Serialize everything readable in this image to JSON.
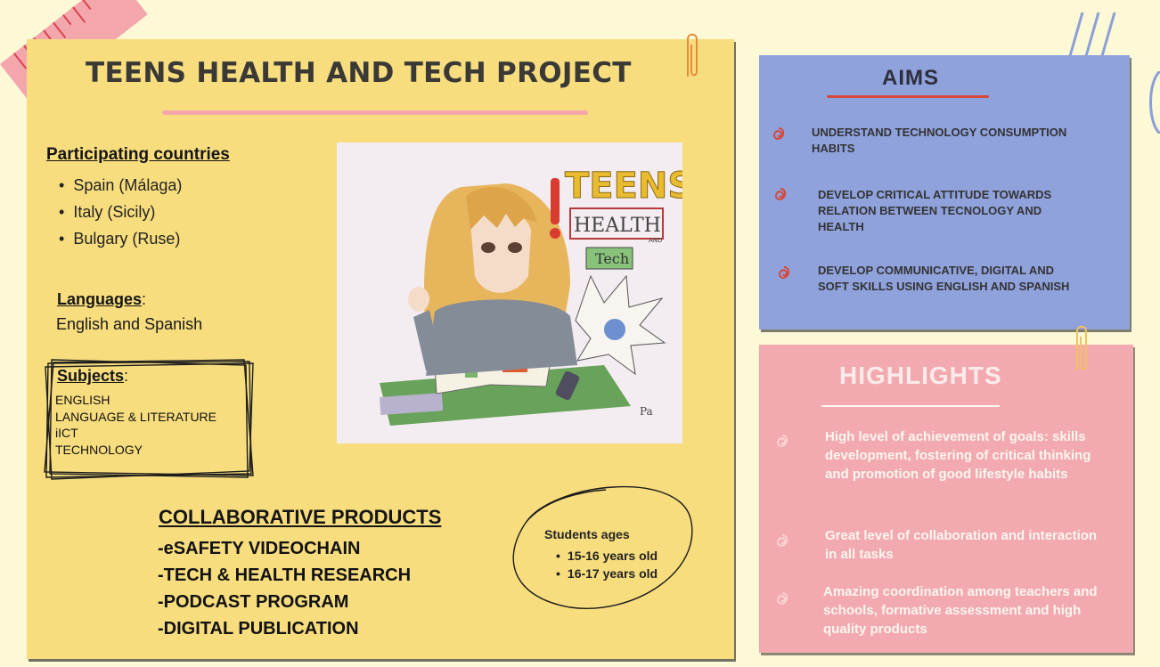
{
  "poster": {
    "title": "TEENS HEALTH AND TECH PROJECT",
    "countries": {
      "heading": "Participating countries",
      "items": [
        "Spain  (Málaga)",
        "Italy  (Sicily)",
        "Bulgary (Ruse)"
      ]
    },
    "languages": {
      "heading": "Languages",
      "colon": ":",
      "value": "English  and Spanish"
    },
    "subjects": {
      "heading": "Subjects",
      "colon": ":",
      "items": [
        "ENGLISH",
        "LANGUAGE & LITERATURE",
        "iICT",
        "TECHNOLOGY"
      ]
    },
    "collaborative": {
      "heading": "COLLABORATIVE PRODUCTS",
      "items": [
        "-eSAFETY VIDEOCHAIN",
        "-TECH & HEALTH RESEARCH",
        "-PODCAST PROGRAM",
        "-DIGITAL PUBLICATION"
      ]
    },
    "ages": {
      "heading": "Students ages",
      "items": [
        "15-16  years old",
        "16-17 years old"
      ]
    },
    "artwork": {
      "teens": "TEENS",
      "health": "HEALTH",
      "and": "AND",
      "tech": "Tech",
      "signature": "Pa"
    }
  },
  "aims": {
    "title": "AIMS",
    "items": [
      "UNDERSTAND   TECHNOLOGY CONSUMPTION HABITS",
      "DEVELOP CRITICAL ATTITUDE TOWARDS RELATION BETWEEN TECNOLOGY AND HEALTH",
      "DEVELOP COMMUNICATIVE, DIGITAL AND SOFT SKILLS USING  ENGLISH AND SPANISH"
    ]
  },
  "highlights": {
    "title": "HIGHLIGHTS",
    "items": [
      "High level of achievement of goals: skills development, fostering of critical thinking and promotion of good lifestyle habits",
      "Great level of collaboration and interaction in all tasks",
      "Amazing coordination among teachers and schools, formative assessment and high quality products"
    ]
  },
  "colors": {
    "background": "#fdf9d6",
    "main_card": "#f7dd7e",
    "aims_card": "#8fa2dc",
    "highlights_card": "#f2aab0",
    "accent_red": "#d6483a"
  },
  "icons": {
    "bullet": "swirl-icon",
    "clip": "paperclip-icon"
  }
}
